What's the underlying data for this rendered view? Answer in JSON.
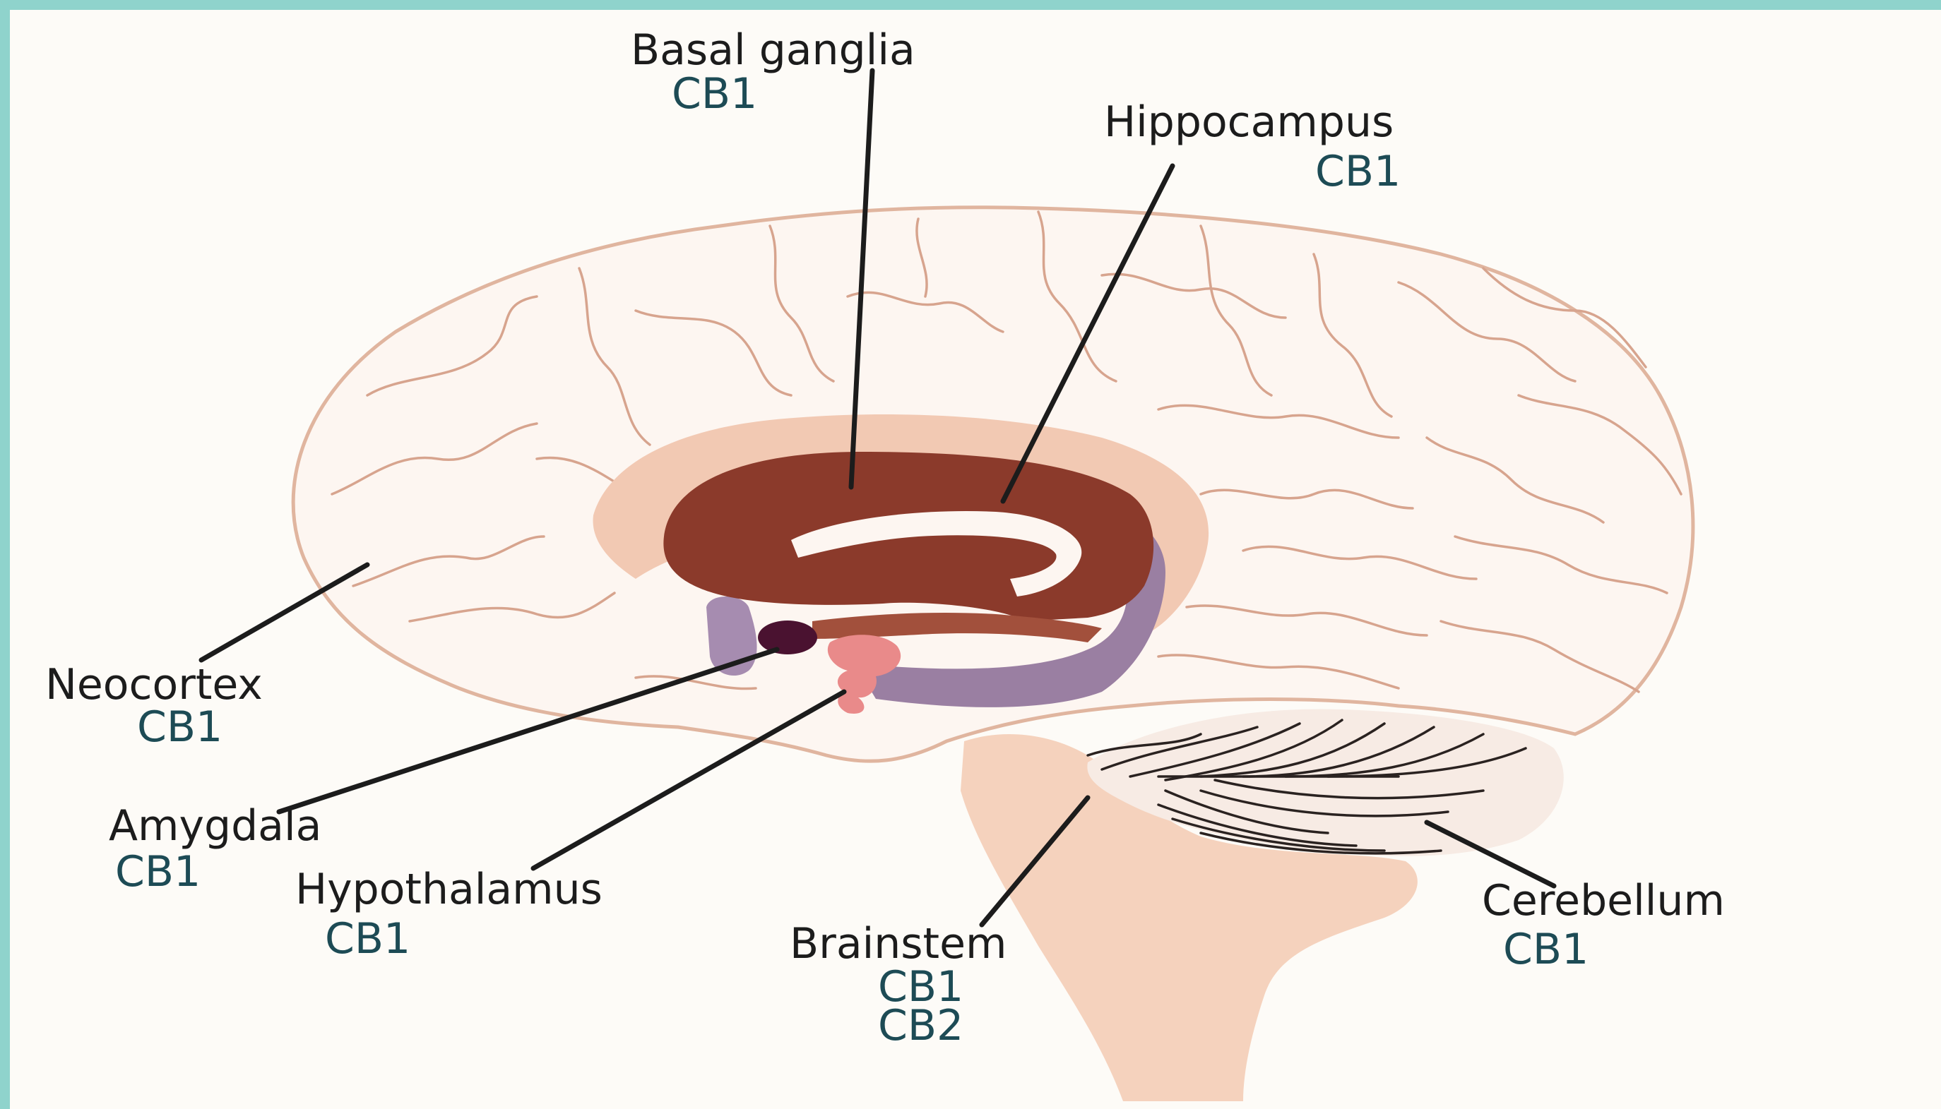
{
  "colors": {
    "frame": "#8fd3cc",
    "paper": "#fdfbf7",
    "brain_fill": "#fdf6f1",
    "brain_outline": "#e0b59f",
    "gyrus_line": "#d7a48e",
    "limbic_band": "#f2c9b3",
    "basal_ganglia": "#8b3a2b",
    "hippocampus_arc": "#9a7fa2",
    "amygdala": "#4a1230",
    "hypothalamus": "#e98a8a",
    "brainstem": "#f5d2bd",
    "label_text": "#1c1c1c",
    "receptor_text": "#1d4b55"
  },
  "labels": {
    "basal_ganglia": {
      "name": "Basal ganglia",
      "receptors": [
        "CB1"
      ]
    },
    "hippocampus": {
      "name": "Hippocampus",
      "receptors": [
        "CB1"
      ]
    },
    "neocortex": {
      "name": "Neocortex",
      "receptors": [
        "CB1"
      ]
    },
    "amygdala": {
      "name": "Amygdala",
      "receptors": [
        "CB1"
      ]
    },
    "hypothalamus": {
      "name": "Hypothalamus",
      "receptors": [
        "CB1"
      ]
    },
    "brainstem": {
      "name": "Brainstem",
      "receptors": [
        "CB1",
        "CB2"
      ]
    },
    "cerebellum": {
      "name": "Cerebellum",
      "receptors": [
        "CB1"
      ]
    }
  }
}
